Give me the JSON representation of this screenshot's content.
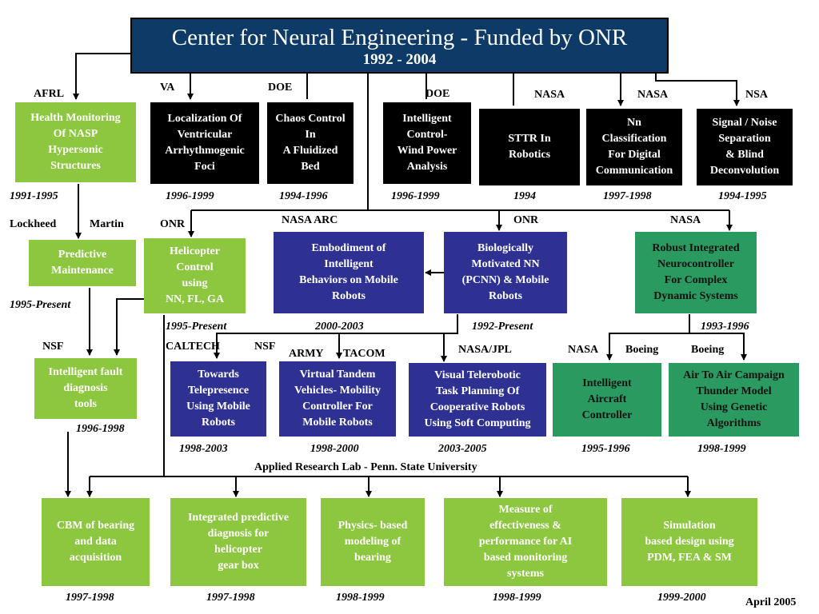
{
  "title": "Center for Neural Engineering - Funded by ONR",
  "subtitle": "1992 - 2004",
  "boxes": {
    "health": "Health Monitoring\nOf NASP\nHypersonic\nStructures",
    "localization": "Localization Of\nVentricular\nArrhythmogenic\nFoci",
    "chaos": "Chaos Control\nIn\nA Fluidized\nBed",
    "wind": "Intelligent\nControl-\nWind Power\nAnalysis",
    "sttr": "STTR In\nRobotics",
    "nn_class": "Nn\nClassification\nFor Digital\nCommunication",
    "signal": "Signal / Noise\nSeparation\n& Blind\nDeconvolution",
    "predictive": "Predictive\nMaintenance",
    "helicopter": "Helicopter\nControl\nusing\nNN, FL, GA",
    "embodiment": "Embodiment of\nIntelligent\nBehaviors on Mobile\nRobots",
    "bio": "Biologically\nMotivated NN\n(PCNN) & Mobile\nRobots",
    "robust": "Robust Integrated\nNeurocontroller\nFor Complex\nDynamic Systems",
    "fault": "Intelligent fault\ndiagnosis\ntools",
    "telepresence": "Towards\nTelepresence\nUsing Mobile\nRobots",
    "tandem": "Virtual Tandem\nVehicles- Mobility\nController For\nMobile Robots",
    "telerobotic": "Visual Telerobotic\nTask  Planning Of\nCooperative Robots\nUsing Soft Computing",
    "aircraft": "Intelligent\nAircraft\nController",
    "airtoair": "Air To Air Campaign\nThunder Model\nUsing Genetic\nAlgorithms",
    "cbm": "CBM of bearing\nand data\nacquisition",
    "integrated": "Integrated predictive\ndiagnosis for\nhelicopter\ngear box",
    "physics": "Physics- based\nmodeling of\nbearing",
    "measure": "Measure of\neffectiveness &\nperformance for AI\nbased monitoring\nsystems",
    "simulation": "Simulation\nbased design using\nPDM, FEA & SM"
  },
  "labels": {
    "afrl": "AFRL",
    "va": "VA",
    "doe1": "DOE",
    "doe2": "DOE",
    "nasa1": "NASA",
    "nasa2": "NASA",
    "nsa": "NSA",
    "lockheed": "Lockheed",
    "martin": "Martin",
    "onr1": "ONR",
    "nasa_arc": "NASA   ARC",
    "onr2": "ONR",
    "nasa3": "NASA",
    "nsf1": "NSF",
    "caltech": "CALTECH",
    "nsf2": "NSF",
    "army": "ARMY",
    "tacom": "TACOM",
    "nasa_jpl": "NASA/JPL",
    "nasa4": "NASA",
    "boeing1": "Boeing",
    "boeing2": "Boeing",
    "arl": "Applied Research Lab  -  Penn. State University",
    "date": "April  2005"
  },
  "years": {
    "y_health": "1991-1995",
    "y_local": "1996-1999",
    "y_chaos": "1994-1996",
    "y_wind": "1996-1999",
    "y_sttr": "1994",
    "y_nn": "1997-1998",
    "y_signal": "1994-1995",
    "y_predictive": "1995-Present",
    "y_heli": "1995-Present",
    "y_embod": "2000-2003",
    "y_bio": "1992-Present",
    "y_robust": "1993-1996",
    "y_fault": "1996-1998",
    "y_tele": "1998-2003",
    "y_tandem": "1998-2000",
    "y_telerob": "2003-2005",
    "y_aircraft": "1995-1996",
    "y_airtoair": "1998-1999",
    "y_cbm": "1997-1998",
    "y_integ": "1997-1998",
    "y_phys": "1998-1999",
    "y_measure": "1998-1999",
    "y_sim": "1999-2000"
  }
}
